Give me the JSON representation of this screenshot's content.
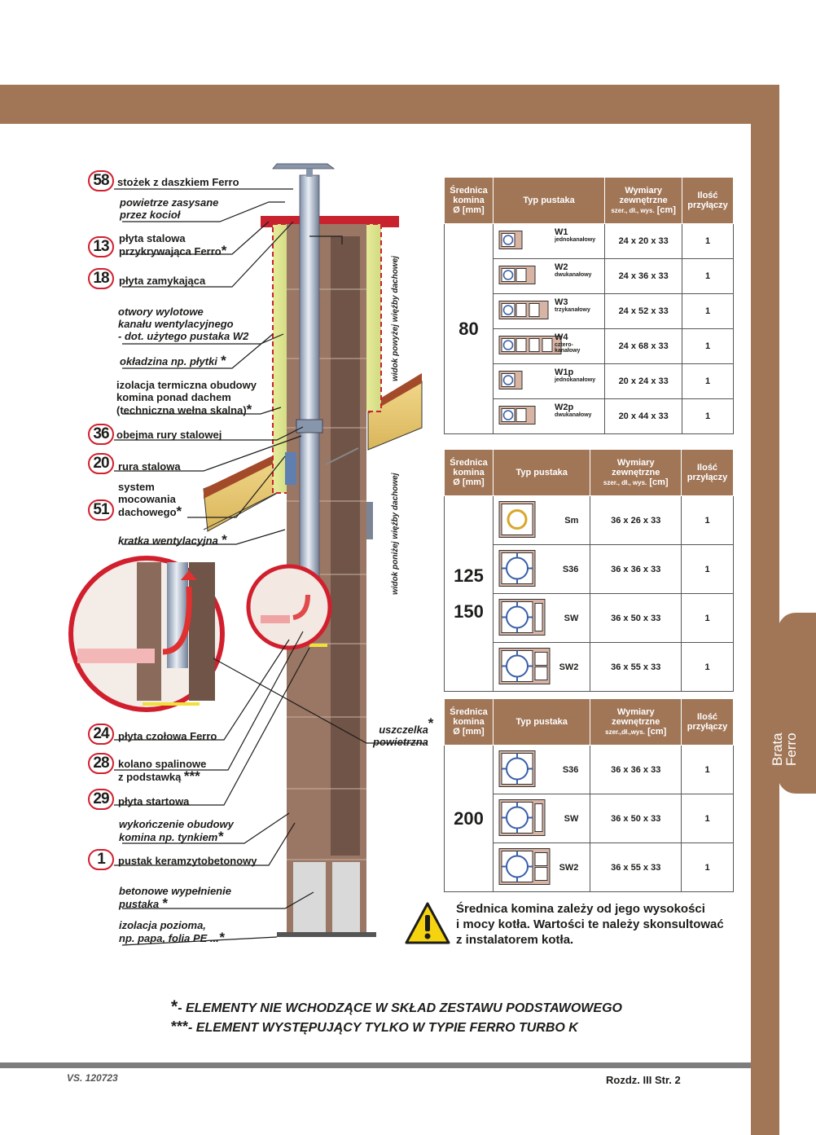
{
  "side_tab": "Brata\nFerro",
  "colors": {
    "brand_brown": "#a17657",
    "callout_red": "#d11f2e",
    "rule_grey": "#7d7d7d"
  },
  "labels": {
    "l58": "stożek z daszkiem Ferro",
    "air": "powietrze zasysane\nprzez kocioł",
    "l13": "płyta stalowa\nprzykrywająca Ferro",
    "l18": "płyta zamykająca",
    "outlets": "otwory wylotowe\nkanału wentylacyjnego\n- dot. użytego pustaka W2",
    "cladding": "okładzina np. płytki",
    "insulation": "izolacja termiczna obudowy\nkomina ponad dachem\n(techniczna wełna skalna)",
    "l36": "obejma rury stalowej",
    "l20": "rura stalowa",
    "l51": "system\nmocowania\ndachowego",
    "grille": "kratka wentylacyjna",
    "l24": "płyta czołowa Ferro",
    "l28": "kolano spalinowe\nz podstawką",
    "l29": "płyta startowa",
    "finish": "wykończenie obudowy\nkomina np. tynkiem",
    "l1": "pustak keramzytobetonowy",
    "concrete": "betonowe wypełnienie\npustaka",
    "horiz": "izolacja pozioma,\nnp. papa, folia PE ...",
    "seal": "uszczelka\npowietrzna",
    "roof_above": "widok powyżej więźby dachowej",
    "roof_below": "widok poniżej więźby dachowej"
  },
  "numbers": {
    "n58": "58",
    "n13": "13",
    "n18": "18",
    "n36": "36",
    "n20": "20",
    "n51": "51",
    "n24": "24",
    "n28": "28",
    "n29": "29",
    "n1": "1"
  },
  "table_headers": {
    "diameter": "Średnica\nkomina\nØ [mm]",
    "type": "Typ pustaka",
    "dims": "Wymiary\nzewnętrzne",
    "dims_sub": "szer., dł., wys.",
    "dims_unit": "[cm]",
    "dims_sub2": "szer.,dł.,wys.",
    "connections": "Ilość\nprzyłączy"
  },
  "table80": {
    "diameter": "80",
    "rows": [
      {
        "code": "W1",
        "sub": "jednokanałowy",
        "dims": "24 x 20 x 33",
        "count": "1",
        "cells": 1
      },
      {
        "code": "W2",
        "sub": "dwukanałowy",
        "dims": "24 x 36 x 33",
        "count": "1",
        "cells": 2
      },
      {
        "code": "W3",
        "sub": "trzykanałowy",
        "dims": "24 x 52 x 33",
        "count": "1",
        "cells": 3
      },
      {
        "code": "W4",
        "sub": "cztero-\nkanałowy",
        "dims": "24 x 68 x 33",
        "count": "1",
        "cells": 4
      },
      {
        "code": "W1p",
        "sub": "jednokanałowy",
        "dims": "20 x 24 x 33",
        "count": "1",
        "cells": 1
      },
      {
        "code": "W2p",
        "sub": "dwukanałowy",
        "dims": "20 x 44 x 33",
        "count": "1",
        "cells": 2
      }
    ]
  },
  "table125": {
    "diameter_a": "125",
    "diameter_b": "150",
    "rows": [
      {
        "code": "Sm",
        "dims": "36 x 26 x 33",
        "count": "1"
      },
      {
        "code": "S36",
        "dims": "36 x 36 x 33",
        "count": "1"
      },
      {
        "code": "SW",
        "dims": "36 x 50 x 33",
        "count": "1"
      },
      {
        "code": "SW2",
        "dims": "36 x 55 x 33",
        "count": "1"
      }
    ]
  },
  "table200": {
    "diameter": "200",
    "rows": [
      {
        "code": "S36",
        "dims": "36 x 36 x 33",
        "count": "1"
      },
      {
        "code": "SW",
        "dims": "36 x 50 x 33",
        "count": "1"
      },
      {
        "code": "SW2",
        "dims": "36 x 55 x 33",
        "count": "1"
      }
    ]
  },
  "warning": "Średnica komina zależy od jego wysokości\ni mocy kotła. Wartości te należy skonsultować\nz instalatorem kotła.",
  "footnotes": {
    "star1": "*",
    "text1": "- ELEMENTY NIE WCHODZĄCE W SKŁAD ZESTAWU PODSTAWOWEGO",
    "star3": "***",
    "text3": "- ELEMENT WYSTĘPUJĄCY TYLKO W TYPIE FERRO TURBO K"
  },
  "footer": {
    "version": "VS. 120723",
    "page": "Rozdz. III  Str. 2"
  }
}
